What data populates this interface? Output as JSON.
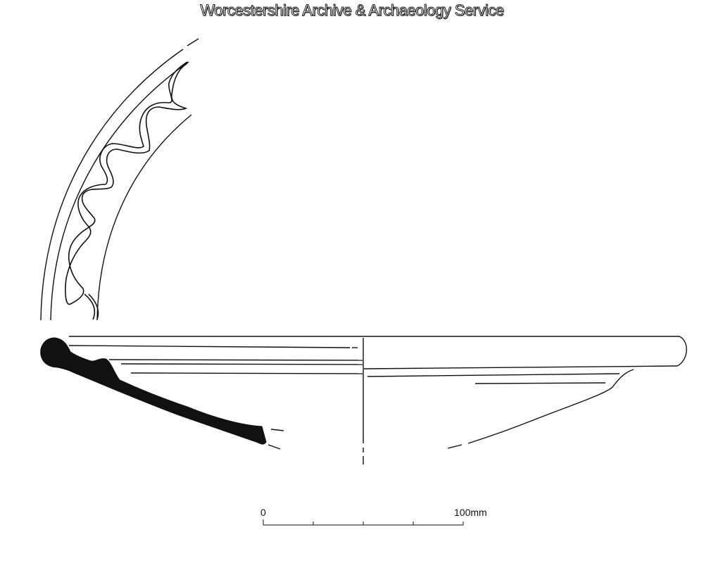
{
  "header": {
    "title": "Worcestershire Archive & Archaeology Service"
  },
  "scale_bar": {
    "start_label": "0",
    "end_label": "100mm"
  },
  "colors": {
    "ink": "#111111",
    "paper": "#ffffff"
  }
}
